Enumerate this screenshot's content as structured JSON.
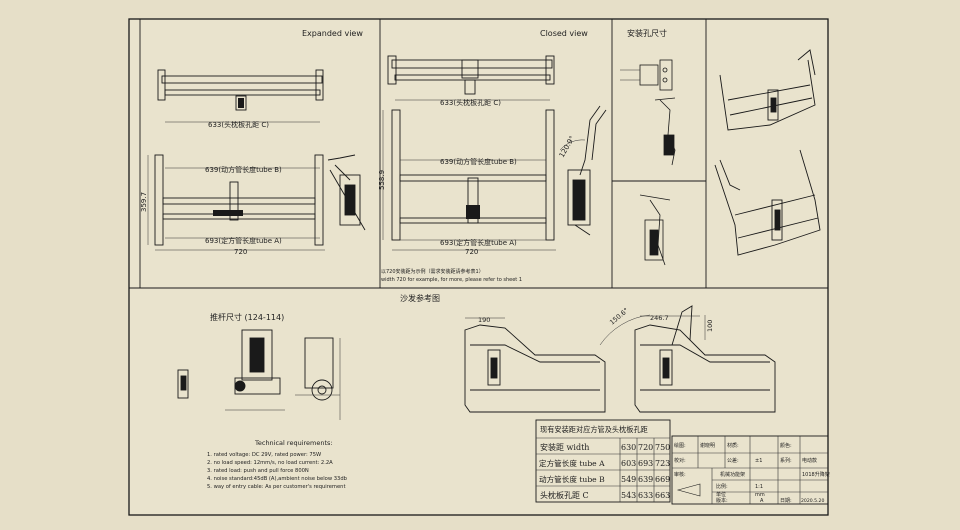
{
  "views": {
    "expanded": "Expanded view",
    "closed": "Closed view",
    "mount_hole": "安装孔尺寸",
    "sofa_ref": "沙发参考图",
    "push_rod": "推杆尺寸  (124-114)"
  },
  "dims": {
    "exp_633": "633(头枕板孔距 C)",
    "exp_639": "639(动方管长度tube B)",
    "exp_693": "693(定方管长度tube A)",
    "exp_720": "720",
    "exp_359": "359.7",
    "cl_633": "633(头枕板孔距 C)",
    "cl_639": "639(动方管长度tube B)",
    "cl_693": "693(定方管长度tube A)",
    "cl_720": "720",
    "cl_558": "558.9",
    "cl_angle": "120.9°",
    "cl_note1": "以720安装距为示例（需求安装距请参考表1）",
    "cl_note2": "width 720 for example, for more, please refer to sheet 1",
    "sofa_190": "190",
    "sofa_angle": "150.6°",
    "sofa_246": "246.7",
    "sofa_100": "100"
  },
  "tech": {
    "title": "Technical requirements:",
    "lines": [
      "1. rated voltage: DC 29V, rated power: 75W",
      "2. no load speed: 12mm/s, no load current: 2.2A",
      "3. rated load: push and pull force 800N",
      "4. noise standard:45dB (A),ambient noise below 33db",
      "5. way of entry cable: As per customer's requirement"
    ]
  },
  "table": {
    "title": "现有安装距对应方管及头枕板孔距",
    "rows": [
      {
        "label": "安装距 width",
        "v": [
          "630",
          "720",
          "750"
        ]
      },
      {
        "label": "定方管长度 tube A",
        "v": [
          "603",
          "693",
          "723"
        ]
      },
      {
        "label": "动方管长度 tube B",
        "v": [
          "549",
          "639",
          "669"
        ]
      },
      {
        "label": "头枕板孔距 C",
        "v": [
          "543",
          "633",
          "663"
        ]
      }
    ]
  },
  "titleblock": {
    "drawn": "绘图:",
    "drawn_by": "谢晓明",
    "material": "材质:",
    "color": "颜色:",
    "check": "校对:",
    "tolerance": "公差:",
    "tolerance_val": "±1",
    "series": "系列:",
    "series_val": "电动款",
    "review": "审核:",
    "product": "机械功能架",
    "code": "1018升降架",
    "scale": "比例:",
    "scale_val": "1:1",
    "unit": "单位",
    "unit_val": "mm",
    "version": "版本:",
    "version_val": "A",
    "date": "日期:",
    "date_val": "2020.5.20"
  }
}
